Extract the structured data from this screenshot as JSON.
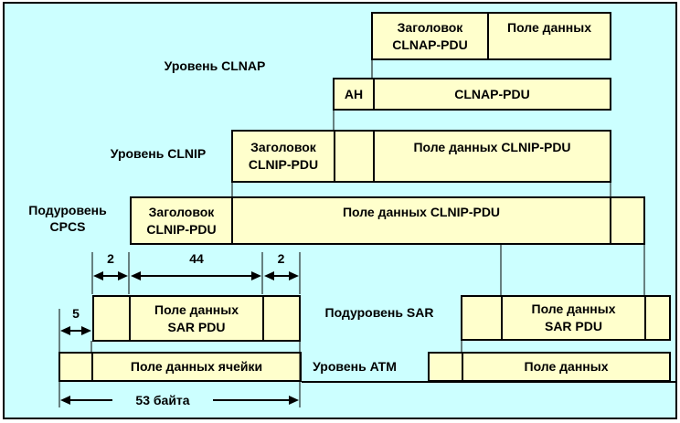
{
  "colors": {
    "background": "#CCFFFF",
    "box_fill": "#FFFFCC",
    "line": "#000000"
  },
  "layer_labels": {
    "clnap": "Уровень CLNAP",
    "clnip": "Уровень CLNIP",
    "cpcs": "Подуровень\nCPCS",
    "sar": "Подуровень SAR",
    "atm": "Уровень ATM"
  },
  "rows": {
    "clnap_pdu": {
      "header": "Заголовок\nCLNAP-PDU",
      "data": "Поле данных"
    },
    "clnap_encap": {
      "header": "AH",
      "data": "CLNAP-PDU"
    },
    "clnip_pdu": {
      "header": "Заголовок\nCLNIP-PDU",
      "data": "Поле данных CLNIP-PDU"
    },
    "cpcs_pdu": {
      "header": "Заголовок\nCLNIP-PDU",
      "data": "Поле данных CLNIP-PDU"
    },
    "sar_left": {
      "data": "Поле данных\nSAR PDU"
    },
    "sar_right": {
      "data": "Поле данных\nSAR PDU"
    },
    "atm_left": {
      "data": "Поле данных ячейки"
    },
    "atm_right": {
      "data": "Поле данных"
    }
  },
  "dimensions": {
    "sar_header_bytes": "2",
    "sar_payload_bytes": "44",
    "sar_trailer_bytes": "2",
    "atm_header_bytes": "5",
    "cell_total": "53 байта"
  }
}
